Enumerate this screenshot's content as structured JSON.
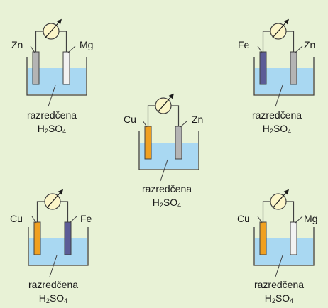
{
  "colors": {
    "background": "#e8f2d6",
    "solution": "#a9d8f2",
    "frame": "#404040",
    "meter_fill": "#fbf5c8",
    "zn_electrode": "#b4b4b4",
    "mg_electrode": "#f2f2f2",
    "fe_electrode": "#5c5c96",
    "cu_electrode": "#f0a020"
  },
  "cells": [
    {
      "left_metal": "Zn",
      "right_metal": "Mg",
      "left_electrode": "zn",
      "right_electrode": "mg",
      "solution_line1": "razredčena",
      "solution_formula": [
        "H",
        "2",
        "SO",
        "4"
      ]
    },
    {
      "left_metal": "Fe",
      "right_metal": "Zn",
      "left_electrode": "fe",
      "right_electrode": "zn",
      "solution_line1": "razredčena",
      "solution_formula": [
        "H",
        "2",
        "SO",
        "4"
      ]
    },
    {
      "left_metal": "Cu",
      "right_metal": "Zn",
      "left_electrode": "cu",
      "right_electrode": "zn",
      "solution_line1": "razredčena",
      "solution_formula": [
        "H",
        "2",
        "SO",
        "4"
      ]
    },
    {
      "left_metal": "Cu",
      "right_metal": "Fe",
      "left_electrode": "cu",
      "right_electrode": "fe",
      "solution_line1": "razredčena",
      "solution_formula": [
        "H",
        "2",
        "SO",
        "4"
      ]
    },
    {
      "left_metal": "Cu",
      "right_metal": "Mg",
      "left_electrode": "cu",
      "right_electrode": "mg",
      "solution_line1": "razredčena",
      "solution_formula": [
        "H",
        "2",
        "SO",
        "4"
      ]
    }
  ]
}
